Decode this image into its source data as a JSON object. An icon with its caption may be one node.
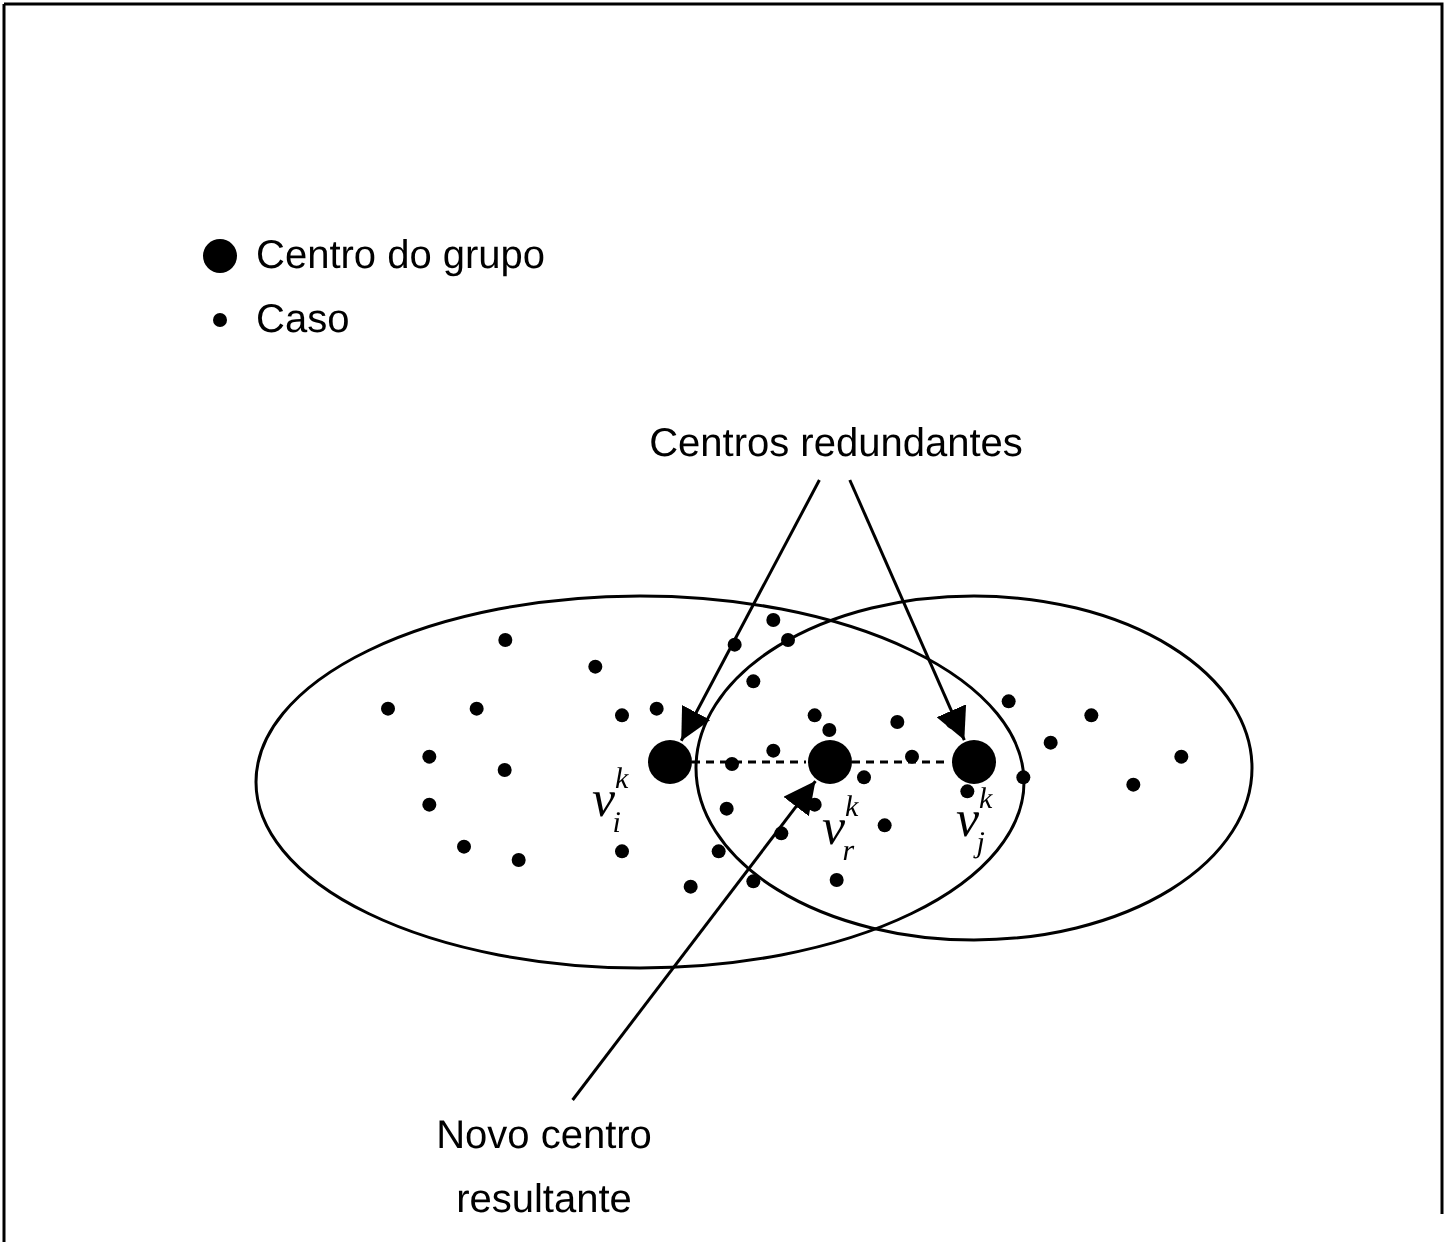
{
  "diagram": {
    "nodes": [
      {
        "text": [
          "Centros redundantes"
        ]
      },
      {
        "text": [],
        "shape": "circle",
        "beside": [
          "v$^{k}$$_{i}$"
        ]
      },
      {
        "text": [],
        "shape": "circle",
        "beside": [
          "v$^{k}$$_{r}$"
        ]
      },
      {
        "text": [],
        "shape": "circle",
        "beside": [
          "v$^{k}$$_{j}$"
        ]
      },
      {
        "text": [
          "Novo centro resultante"
        ]
      }
    ],
    "edges": [
      {
        "from": 0,
        "to": 1,
        "arrow": "to"
      },
      {
        "from": 0,
        "to": 3,
        "arrow": "to"
      },
      {
        "from": 4,
        "to": 2,
        "arrow": "to"
      },
      {
        "from": 1,
        "to": 2,
        "arrow": "none",
        "style": "dashed"
      },
      {
        "from": 2,
        "to": 3,
        "arrow": "none",
        "style": "dashed"
      }
    ],
    "legend": [
      {
        "text": "Centro do grupo"
      },
      {
        "text": "Caso"
      }
    ]
  }
}
